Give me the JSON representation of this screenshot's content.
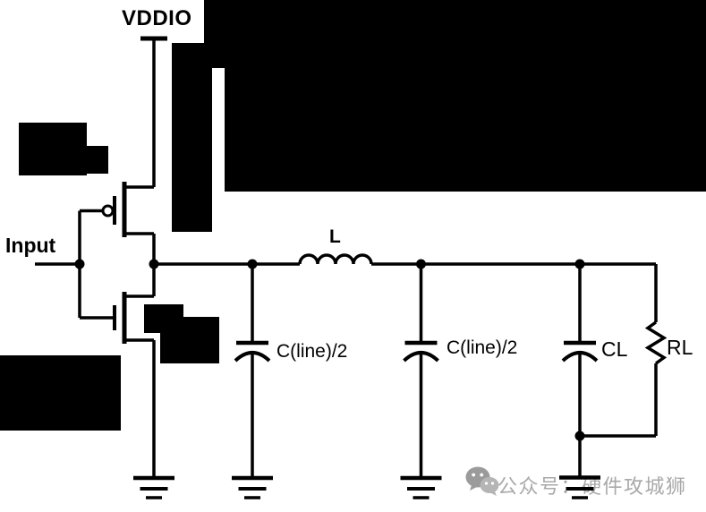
{
  "figure": {
    "type": "circuit-schematic",
    "background": "#ffffff",
    "ink_color": "#000000",
    "redaction_color": "#000000",
    "labels": {
      "vddio": "VDDIO",
      "input": "Input",
      "inductor": "L",
      "cap_line_left": "C(line)/2",
      "cap_line_right": "C(line)/2",
      "cap_load": "CL",
      "res_load": "RL"
    },
    "components": {
      "transistors": [
        "pmos-pull-up",
        "nmos-pull-down"
      ],
      "passives": [
        "inductor-L",
        "capacitor-Cline-left",
        "capacitor-Cline-right",
        "capacitor-CL",
        "resistor-RL"
      ],
      "ground_symbols": 4,
      "junction_dots": 6,
      "redaction_boxes": 8
    },
    "watermark": {
      "icon": "wechat-icon",
      "text": "公众号：硬件攻城狮",
      "color": "#a9a9a9"
    }
  }
}
